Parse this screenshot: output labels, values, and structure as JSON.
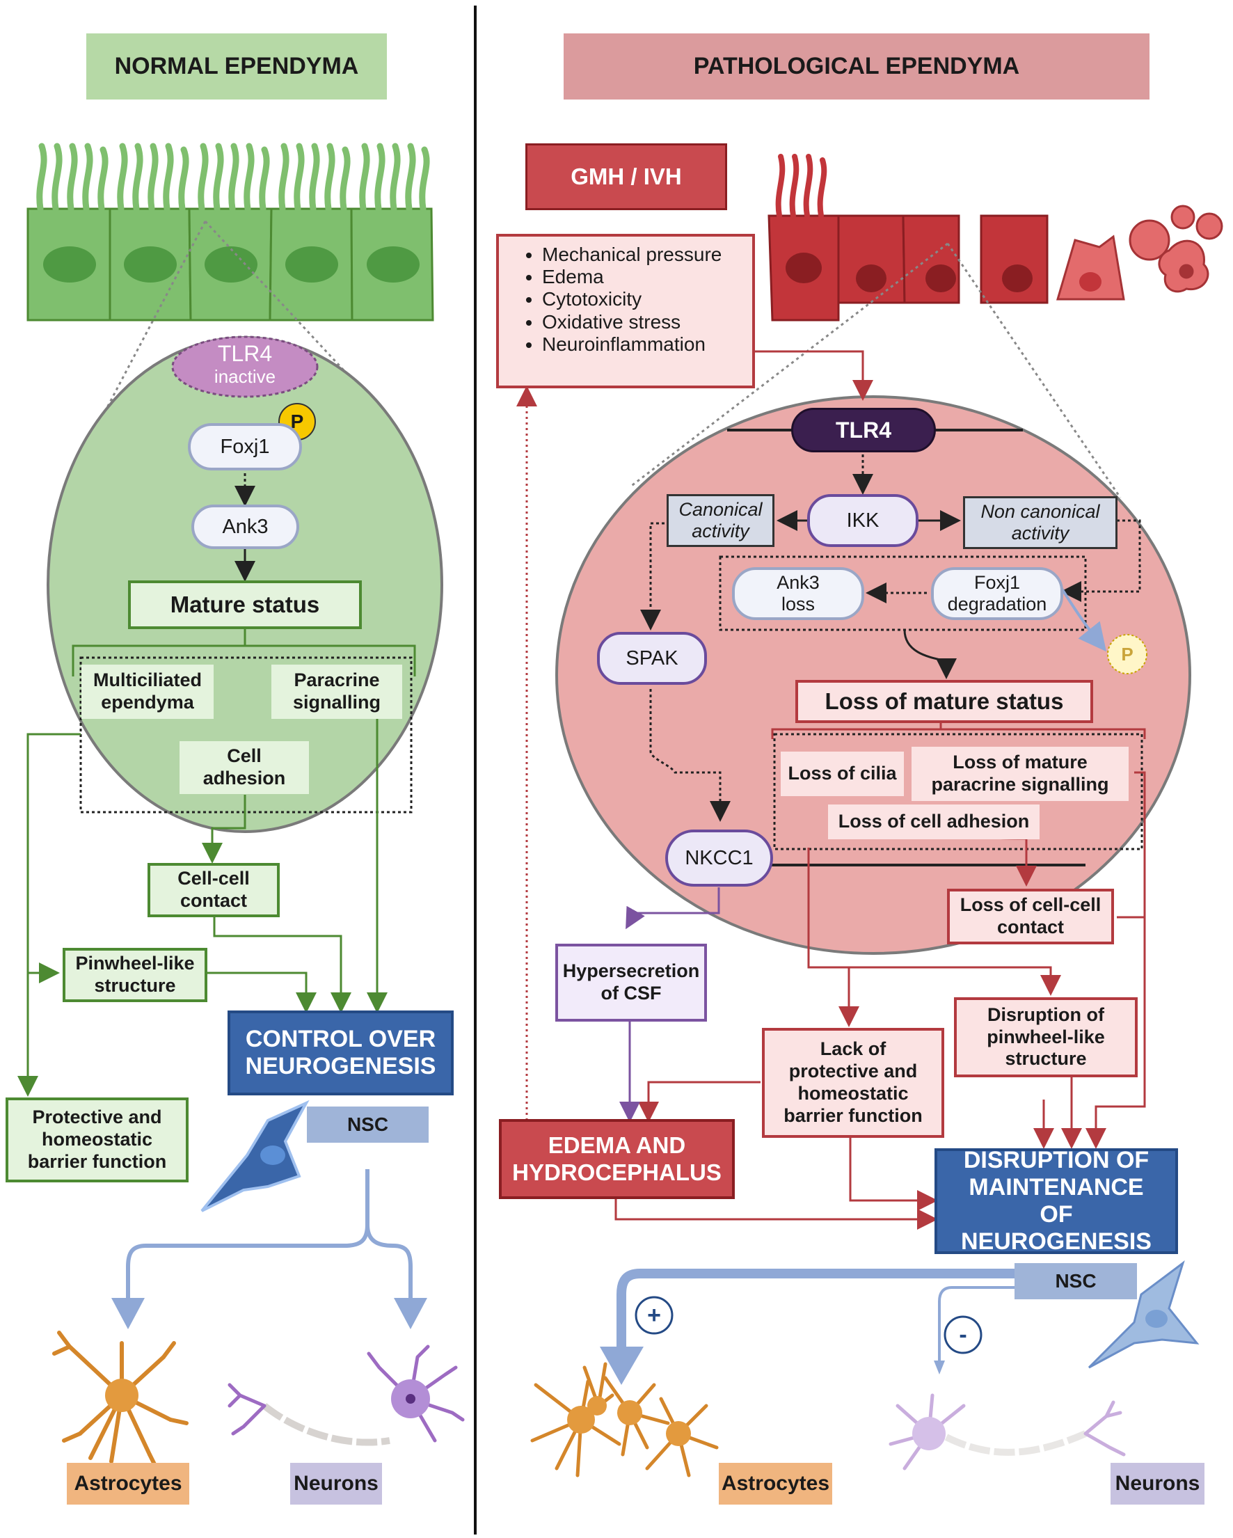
{
  "left": {
    "header": "NORMAL EPENDYMA",
    "tlr4": "TLR4",
    "tlr4_state": "inactive",
    "phos": "P",
    "foxj1": "Foxj1",
    "ank3": "Ank3",
    "mature": "Mature status",
    "multiciliated": "Multiciliated ependyma",
    "paracrine": "Paracrine signalling",
    "cell_adhesion": "Cell adhesion",
    "cell_contact": "Cell-cell contact",
    "pinwheel": "Pinwheel-like structure",
    "control": "CONTROL OVER NEUROGENESIS",
    "protective": "Protective and homeostatic barrier function",
    "nsc": "NSC",
    "astrocytes": "Astrocytes",
    "neurons": "Neurons"
  },
  "right": {
    "header": "PATHOLOGICAL EPENDYMA",
    "gmh": "GMH / IVH",
    "insults": [
      "Mechanical pressure",
      "Edema",
      "Cytotoxicity",
      "Oxidative stress",
      "Neuroinflammation"
    ],
    "tlr4": "TLR4",
    "ikk": "IKK",
    "canonical": "Canonical activity",
    "noncanonical": "Non canonical activity",
    "ank3_loss": "Ank3 loss",
    "foxj1_deg": "Foxj1 degradation",
    "phos": "P",
    "spak": "SPAK",
    "loss_mature": "Loss of mature status",
    "loss_cilia": "Loss of cilia",
    "loss_paracrine": "Loss of mature paracrine signalling",
    "loss_adhesion": "Loss of cell adhesion",
    "nkcc1": "NKCC1",
    "loss_contact": "Loss of cell-cell contact",
    "hypersecretion": "Hypersecretion of CSF",
    "lack_protective": "Lack of protective and homeostatic barrier function",
    "disruption_pinwheel": "Disruption of pinwheel-like structure",
    "edema": "EDEMA AND HYDROCEPHALUS",
    "disruption_neuro": "DISRUPTION OF MAINTENANCE OF NEUROGENESIS",
    "nsc": "NSC",
    "plus": "+",
    "minus": "-",
    "astrocytes": "Astrocytes",
    "neurons": "Neurons"
  },
  "colors": {
    "green_cell": "#7fbf6e",
    "green_fill": "#b3d5a7",
    "red_cell": "#c2353a",
    "pink_fill": "#eaaaa9",
    "blue": "#3a66a9",
    "purple": "#7b53a0"
  }
}
